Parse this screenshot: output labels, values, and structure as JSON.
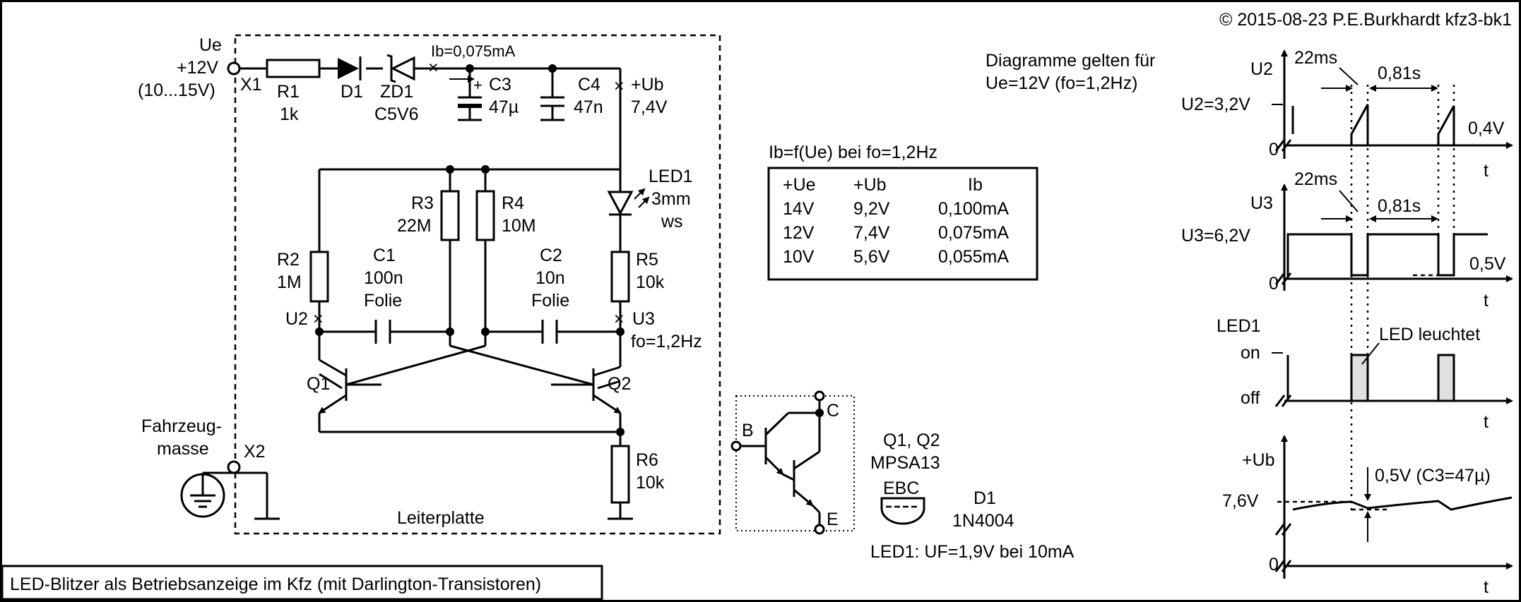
{
  "copyright": "© 2015-08-23 P.E.Burkhardt kfz3-bk1",
  "caption": "LED-Blitzer als Betriebsanzeige im Kfz (mit Darlington-Transistoren)",
  "board_label": "Leiterplatte",
  "input": {
    "name": "Ue",
    "voltage": "+12V",
    "range": "(10...15V)",
    "terminal": "X1"
  },
  "ground": {
    "label1": "Fahrzeug-",
    "label2": "masse",
    "terminal": "X2"
  },
  "components": {
    "r1": {
      "name": "R1",
      "value": "1k"
    },
    "d1": {
      "name": "D1"
    },
    "zd1": {
      "name": "ZD1",
      "value": "C5V6"
    },
    "ib": "Ib=0,075mA",
    "c3": {
      "name": "C3",
      "value": "47µ",
      "plus": "+"
    },
    "c4": {
      "name": "C4",
      "value": "47n"
    },
    "ub": {
      "name": "+Ub",
      "value": "7,4V"
    },
    "led1": {
      "name": "LED1",
      "size": "3mm",
      "color": "ws"
    },
    "r3": {
      "name": "R3",
      "value": "22M"
    },
    "r4": {
      "name": "R4",
      "value": "10M"
    },
    "r2": {
      "name": "R2",
      "value": "1M"
    },
    "c1": {
      "name": "C1",
      "value": "100n",
      "type": "Folie"
    },
    "c2": {
      "name": "C2",
      "value": "10n",
      "type": "Folie"
    },
    "r5": {
      "name": "R5",
      "value": "10k"
    },
    "u2": "U2",
    "u3": "U3",
    "freq": "fo=1,2Hz",
    "q1": "Q1",
    "q2": "Q2",
    "r6": {
      "name": "R6",
      "value": "10k"
    }
  },
  "table": {
    "title": "Ib=f(Ue) bei fo=1,2Hz",
    "headers": [
      "+Ue",
      "+Ub",
      "Ib"
    ],
    "rows": [
      [
        "14V",
        "9,2V",
        "0,100mA"
      ],
      [
        "12V",
        "7,4V",
        "0,075mA"
      ],
      [
        "10V",
        "5,6V",
        "0,055mA"
      ]
    ]
  },
  "darlington": {
    "b": "B",
    "c": "C",
    "e": "E",
    "parts": "Q1, Q2",
    "type": "MPSA13",
    "pinout": "EBC",
    "d1_name": "D1",
    "d1_type": "1N4004",
    "led_note": "LED1: UF=1,9V bei 10mA"
  },
  "diagrams": {
    "title1": "Diagramme gelten für",
    "title2": "Ue=12V (fo=1,2Hz)",
    "t": "t",
    "zero": "0",
    "d1": {
      "axis": "U2",
      "level": "U2=3,2V",
      "low": "0,4V",
      "pulse": "22ms",
      "period": "0,81s"
    },
    "d2": {
      "axis": "U3",
      "level": "U3=6,2V",
      "low": "0,5V",
      "pulse": "22ms",
      "period": "0,81s"
    },
    "d3": {
      "axis": "LED1",
      "on": "on",
      "off": "off",
      "note": "LED leuchtet"
    },
    "d4": {
      "axis": "+Ub",
      "level": "7,6V",
      "drop": "0,5V (C3=47µ)"
    }
  }
}
